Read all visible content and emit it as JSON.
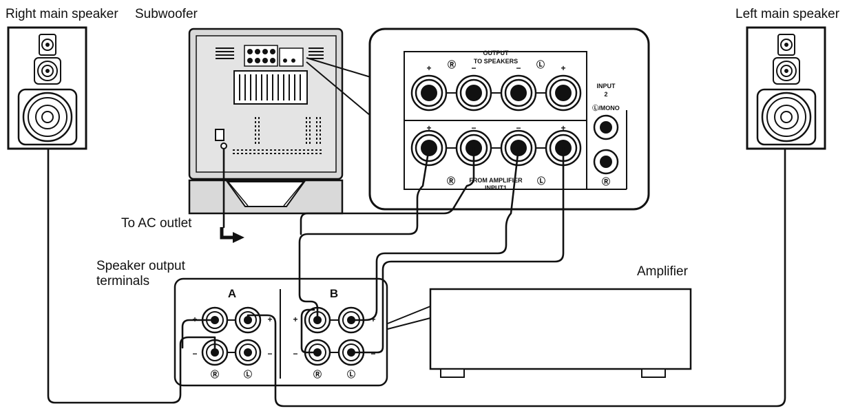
{
  "labels": {
    "right_speaker": "Right main speaker",
    "subwoofer": "Subwoofer",
    "left_speaker": "Left main speaker",
    "ac_outlet": "To AC outlet",
    "speaker_output_line1": "Speaker  output",
    "speaker_output_line2": "terminals",
    "amplifier": "Amplifier"
  },
  "subwoofer_panel": {
    "output_title": "OUTPUT",
    "output_subtitle": "TO SPEAKERS",
    "input1_title": "INPUT1",
    "input1_subtitle": "FROM AMPLIFIER",
    "input2_title": "INPUT",
    "input2_number": "2",
    "input2_left": "Ⓛ/MONO",
    "input2_right": "Ⓡ",
    "right_mark": "Ⓡ",
    "left_mark": "Ⓛ",
    "plus": "+",
    "minus": "−"
  },
  "amp_terminals": {
    "group_a": "A",
    "group_b": "B",
    "plus": "+",
    "minus": "−",
    "right_mark": "Ⓡ",
    "left_mark": "Ⓛ"
  },
  "colors": {
    "ink": "#111111",
    "panel": "#d9d9d9",
    "background": "#ffffff"
  }
}
